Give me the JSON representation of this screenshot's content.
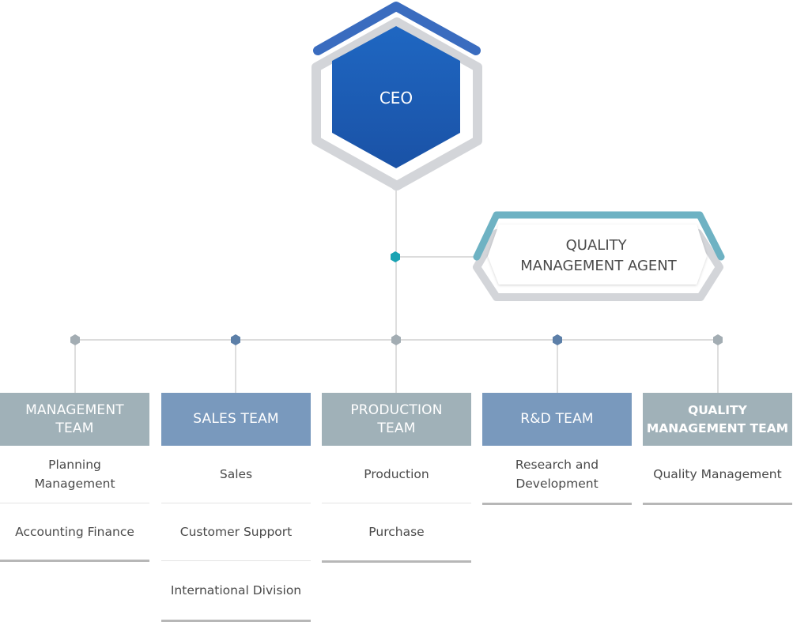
{
  "ceo": {
    "label": "CEO"
  },
  "agent": {
    "label": "QUALITY\nMANAGEMENT AGENT"
  },
  "teams": [
    {
      "name": "MANAGEMENT\nTEAM",
      "tone": "gray",
      "items": [
        "Planning\nManagement",
        "Accounting Finance"
      ]
    },
    {
      "name": "SALES TEAM",
      "tone": "blue",
      "items": [
        "Sales",
        "Customer Support",
        "International Division"
      ]
    },
    {
      "name": "PRODUCTION\nTEAM",
      "tone": "gray",
      "items": [
        "Production",
        "Purchase"
      ]
    },
    {
      "name": "R&D TEAM",
      "tone": "blue",
      "items": [
        "Research and\nDevelopment"
      ]
    },
    {
      "name": "QUALITY\nMANAGEMENT TEAM",
      "tone": "gray",
      "items": [
        "Quality Management"
      ]
    }
  ],
  "colors": {
    "ceo_fill": "#1d5cb4",
    "ceo_top_frame": "#3a6cbf",
    "gray_frame": "#d3d5d9",
    "agent_frame": "#6eb2c3",
    "connector_line": "#c7c7c7",
    "junction_teal": "#19a3b3",
    "node_gray": "#a3adb3",
    "node_blue": "#5c7fa8",
    "header_gray": "#a0b1b8",
    "header_blue": "#7999bd"
  }
}
